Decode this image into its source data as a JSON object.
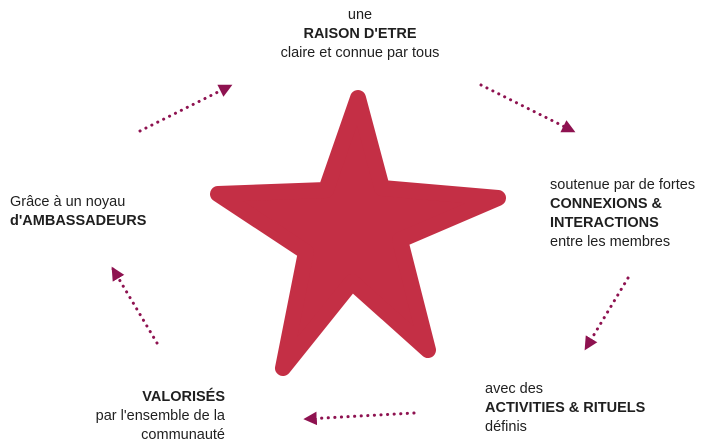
{
  "colors": {
    "star": "#C42F45",
    "arrow": "#8E1250",
    "text": "#1f1f1f"
  },
  "labels": {
    "top": {
      "pre": "une",
      "bold": "RAISON D'ETRE",
      "post": "claire et connue par tous"
    },
    "right": {
      "pre": "soutenue par de fortes",
      "bold1": "CONNEXIONS &",
      "bold2": "INTERACTIONS",
      "post": "entre les membres"
    },
    "bottom_right": {
      "pre": "avec des",
      "bold": "ACTIVITIES & RITUELS",
      "post": "définis"
    },
    "bottom_left": {
      "bold": "VALORISÉS",
      "post1": "par l'ensemble de la",
      "post2": "communauté"
    },
    "left": {
      "pre": "Grâce à un noyau",
      "bold": "d'AMBASSADEURS"
    }
  }
}
